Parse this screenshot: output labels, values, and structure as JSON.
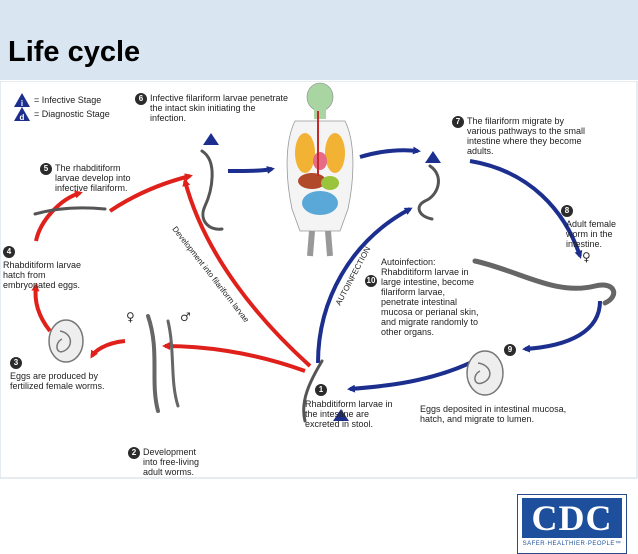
{
  "slide_title": "Life cycle",
  "legend": {
    "infective": "= Infective Stage",
    "diagnostic": "= Diagnostic Stage",
    "infective_mark": "i",
    "diagnostic_mark": "d"
  },
  "steps": [
    {
      "num": "1",
      "text": "Rhabditiform larvae in the intestine are excreted in stool."
    },
    {
      "num": "2",
      "text": "Development into free-living adult worms."
    },
    {
      "num": "3",
      "text": "Eggs are produced by fertilized female worms."
    },
    {
      "num": "4",
      "text": "Rhabditiform larvae hatch from embryonated eggs."
    },
    {
      "num": "5",
      "text": "The rhabditiform larvae develop into infective filariform."
    },
    {
      "num": "6",
      "text": "Infective filariform larvae penetrate the intact skin initiating the infection."
    },
    {
      "num": "7",
      "text": "The filariform migrate by various pathways to the small intestine where they become adults."
    },
    {
      "num": "8",
      "text": "Adult female worm in the intestine."
    },
    {
      "num": "9",
      "text": "Eggs deposited in intestinal mucosa, hatch, and migrate to lumen."
    },
    {
      "num": "10",
      "text": "Autoinfection: Rhabditiform larvae in large intestine, become filariform larvae, penetrate intestinal mucosa or perianal skin, and migrate randomly to other organs."
    }
  ],
  "arrow_labels": {
    "development": "Development into filariform larvae",
    "autoinfection": "AUTOINFECTION"
  },
  "sex_symbols": {
    "female": "♀",
    "male": "♂"
  },
  "cdc": {
    "logo": "CDC",
    "tagline": "SAFER·HEALTHIER·PEOPLE™"
  },
  "colors": {
    "red_arrow": "#e0201b",
    "blue_arrow": "#1c2f8f",
    "title_bg": "#d9e6f2"
  }
}
